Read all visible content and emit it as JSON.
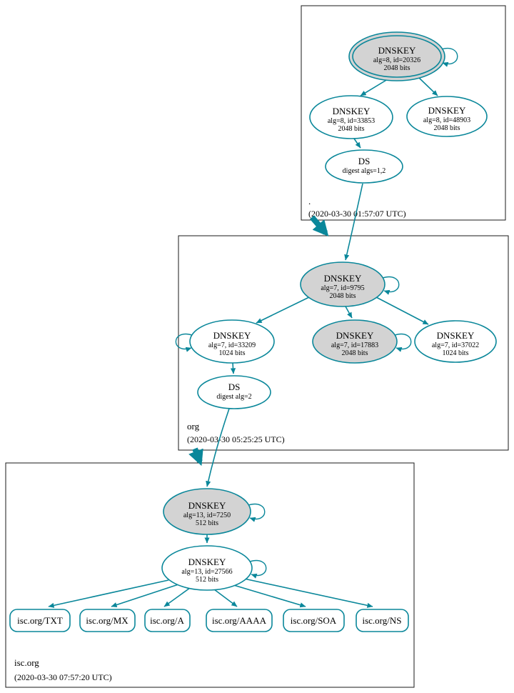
{
  "colors": {
    "teal": "#0a879a",
    "node_gray": "#d3d3d3",
    "node_white": "#ffffff",
    "box_border": "#1a1a1a"
  },
  "zones": {
    "root": {
      "label": ".",
      "timestamp": "(2020-03-30 01:57:07 UTC)"
    },
    "org": {
      "label": "org",
      "timestamp": "(2020-03-30 05:25:25 UTC)"
    },
    "isc": {
      "label": "isc.org",
      "timestamp": "(2020-03-30 07:57:20 UTC)"
    }
  },
  "nodes": {
    "root_ksk": {
      "type": "DNSKEY",
      "detail1": "alg=8, id=20326",
      "detail2": "2048 bits"
    },
    "root_zsk1": {
      "type": "DNSKEY",
      "detail1": "alg=8, id=33853",
      "detail2": "2048 bits"
    },
    "root_zsk2": {
      "type": "DNSKEY",
      "detail1": "alg=8, id=48903",
      "detail2": "2048 bits"
    },
    "root_ds": {
      "type": "DS",
      "detail1": "digest algs=1,2"
    },
    "org_ksk": {
      "type": "DNSKEY",
      "detail1": "alg=7, id=9795",
      "detail2": "2048 bits"
    },
    "org_zsk1": {
      "type": "DNSKEY",
      "detail1": "alg=7, id=33209",
      "detail2": "1024 bits"
    },
    "org_ksk2": {
      "type": "DNSKEY",
      "detail1": "alg=7, id=17883",
      "detail2": "2048 bits"
    },
    "org_zsk2": {
      "type": "DNSKEY",
      "detail1": "alg=7, id=37022",
      "detail2": "1024 bits"
    },
    "org_ds": {
      "type": "DS",
      "detail1": "digest alg=2"
    },
    "isc_ksk": {
      "type": "DNSKEY",
      "detail1": "alg=13, id=7250",
      "detail2": "512 bits"
    },
    "isc_zsk": {
      "type": "DNSKEY",
      "detail1": "alg=13, id=27566",
      "detail2": "512 bits"
    }
  },
  "records": {
    "txt": {
      "label": "isc.org/TXT"
    },
    "mx": {
      "label": "isc.org/MX"
    },
    "a": {
      "label": "isc.org/A"
    },
    "aaaa": {
      "label": "isc.org/AAAA"
    },
    "soa": {
      "label": "isc.org/SOA"
    },
    "ns": {
      "label": "isc.org/NS"
    }
  }
}
